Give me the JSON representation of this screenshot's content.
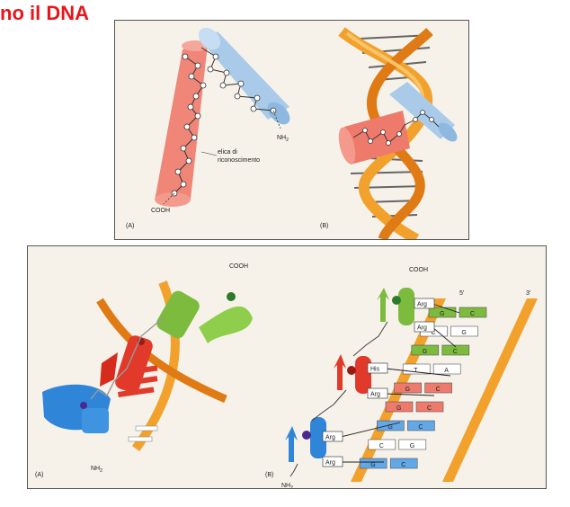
{
  "title": "no il DNA",
  "top_figure": {
    "panel_a_label": "(A)",
    "panel_b_label": "(B)",
    "nh2_label": "NH",
    "nh2_sub": "2",
    "cooh_label": "COOH",
    "recognition_label_line1": "elica di",
    "recognition_label_line2": "riconoscimento"
  },
  "bottom_figure": {
    "panel_a_label": "(A)",
    "panel_b_label": "(B)",
    "a_cooh_label": "COOH",
    "a_nh2_label": "NH",
    "a_nh2_sub": "2",
    "b_cooh_label": "COOH",
    "b_nh2_label": "NH",
    "b_nh2_sub": "2",
    "five_prime": "5'",
    "three_prime": "3'",
    "residues": [
      "Arg",
      "Arg",
      "His",
      "Arg",
      "Arg",
      "Arg"
    ],
    "base_pairs": [
      [
        "G",
        "C"
      ],
      [
        "C",
        "G"
      ],
      [
        "G",
        "C"
      ],
      [
        "T",
        "A"
      ],
      [
        "G",
        "C"
      ],
      [
        "G",
        "C"
      ],
      [
        "G",
        "C"
      ],
      [
        "C",
        "G"
      ],
      [
        "G",
        "C"
      ]
    ]
  },
  "colors": {
    "title": "#e8161b",
    "red_helix": "#ee7a6c",
    "blue_helix": "#a9cbe9",
    "dna_orange": "#f2a12c",
    "finger_green": "#7cbb3e",
    "finger_red": "#e23a2a",
    "finger_blue": "#2f86d8"
  }
}
